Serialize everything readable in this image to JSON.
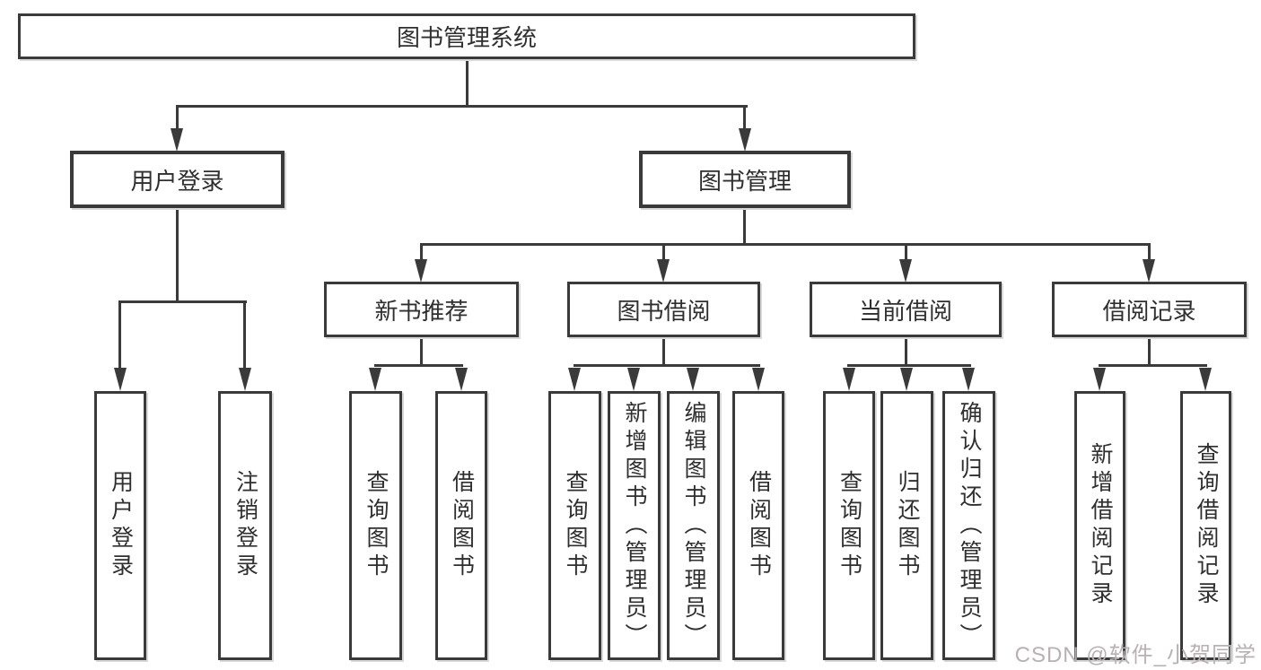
{
  "diagram": {
    "root": {
      "label": "图书管理系统"
    },
    "level2": [
      {
        "label": "用户登录"
      },
      {
        "label": "图书管理"
      }
    ],
    "level3": [
      {
        "label": "新书推荐",
        "parent": "图书管理"
      },
      {
        "label": "图书借阅",
        "parent": "图书管理"
      },
      {
        "label": "当前借阅",
        "parent": "图书管理"
      },
      {
        "label": "借阅记录",
        "parent": "图书管理"
      }
    ],
    "leaves": [
      {
        "label": "用户登录",
        "parent": "用户登录"
      },
      {
        "label": "注销登录",
        "parent": "用户登录"
      },
      {
        "label": "查询图书",
        "parent": "新书推荐"
      },
      {
        "label": "借阅图书",
        "parent": "新书推荐"
      },
      {
        "label": "查询图书",
        "parent": "图书借阅"
      },
      {
        "label": "新增图书（管理员）",
        "parent": "图书借阅"
      },
      {
        "label": "编辑图书（管理员）",
        "parent": "图书借阅"
      },
      {
        "label": "借阅图书",
        "parent": "图书借阅"
      },
      {
        "label": "查询图书",
        "parent": "当前借阅"
      },
      {
        "label": "归还图书",
        "parent": "当前借阅"
      },
      {
        "label": "确认归还（管理员）",
        "parent": "当前借阅"
      },
      {
        "label": "新增借阅记录",
        "parent": "借阅记录"
      },
      {
        "label": "查询借阅记录",
        "parent": "借阅记录"
      }
    ]
  },
  "watermark": {
    "text": "CSDN @软件_小贺同学"
  },
  "theme": {
    "line-color": "#3a3a3a",
    "text-color": "#2f2f2f",
    "bg-color": "#ffffff",
    "watermark-color": "#b9b0b3"
  }
}
